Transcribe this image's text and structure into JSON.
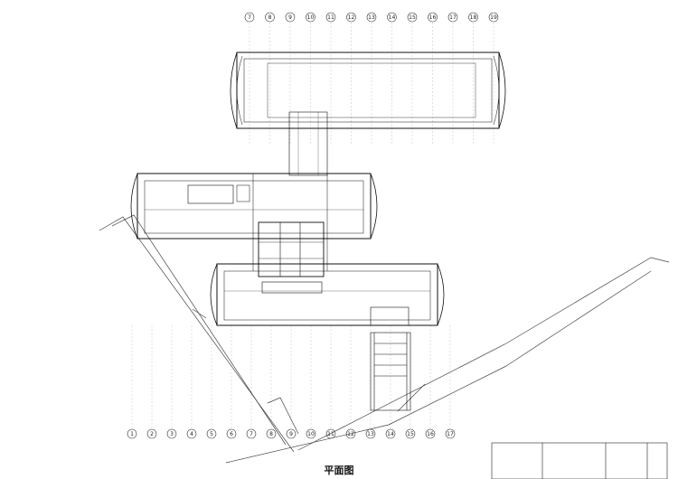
{
  "caption": "平面图",
  "top_axes": [
    "7",
    "8",
    "9",
    "10",
    "11",
    "12",
    "13",
    "14",
    "15",
    "16",
    "17",
    "18",
    "19"
  ],
  "bottom_axes": [
    "1",
    "2",
    "3",
    "4",
    "5",
    "6",
    "7",
    "8",
    "9",
    "10",
    "11",
    "12",
    "13",
    "14",
    "15",
    "16",
    "17"
  ]
}
